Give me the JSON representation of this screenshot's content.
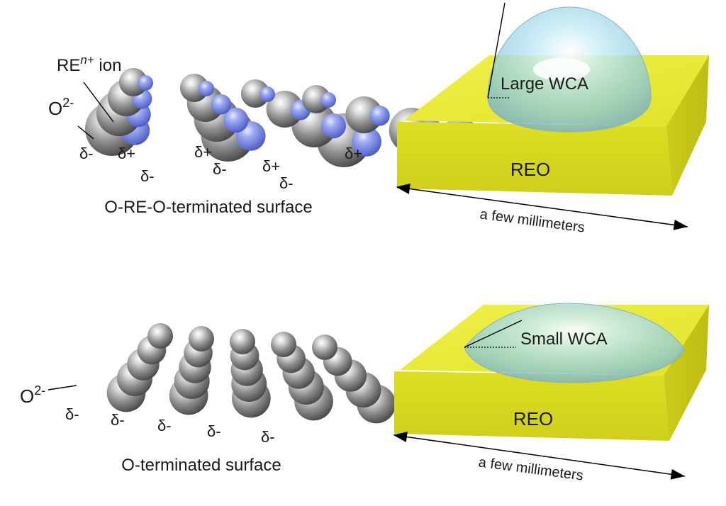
{
  "top_left": {
    "ion_label": {
      "base": "RE",
      "sup": "n+",
      "suffix": " ion"
    },
    "oxygen_label": {
      "base": "O",
      "sup": "2-"
    },
    "charges": [
      "δ-",
      "δ+",
      "δ-",
      "δ+",
      "δ-",
      "δ+",
      "δ-",
      "δ+"
    ],
    "caption": "O-RE-O-terminated surface"
  },
  "top_right": {
    "wca_label": "Large WCA",
    "substrate_label": "REO",
    "scale_label": "a few millimeters"
  },
  "bottom_left": {
    "oxygen_label": {
      "base": "O",
      "sup": "2-"
    },
    "charges": [
      "δ-",
      "δ-",
      "δ-",
      "δ-",
      "δ-"
    ],
    "caption": "O-terminated surface"
  },
  "bottom_right": {
    "wca_label": "Small WCA",
    "substrate_label": "REO",
    "scale_label": "a few millimeters"
  },
  "colors": {
    "substrate": "#e6e62a",
    "droplet": "#a9d8e6",
    "oxygen_sphere": "#9a9a9a",
    "re_sphere": "#7f8fe0"
  }
}
